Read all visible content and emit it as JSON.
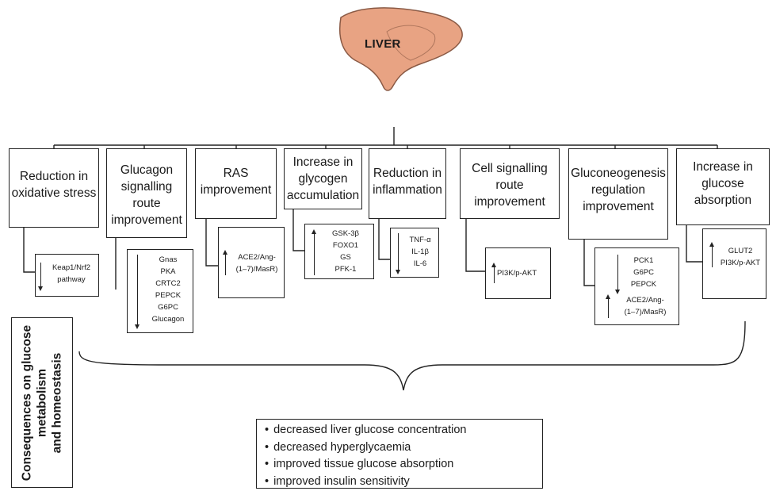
{
  "organ": {
    "label": "LIVER"
  },
  "categories": [
    {
      "lines": [
        "Reduction in",
        "oxidative stress"
      ],
      "markers": [
        "Keap1/Nrf2",
        "pathway"
      ]
    },
    {
      "lines": [
        "Glucagon",
        "signalling",
        "route",
        "improvement"
      ],
      "markers": [
        "Gnas",
        "PKA",
        "CRTC2",
        "PEPCK",
        "G6PC",
        "Glucagon"
      ]
    },
    {
      "lines": [
        "RAS",
        "improvement"
      ],
      "markers": [
        "ACE2/Ang-",
        "(1–7)/MasR)"
      ]
    },
    {
      "lines": [
        "Increase in",
        "glycogen",
        "accumulation"
      ],
      "markers": [
        "GSK-3β",
        "FOXO1",
        "GS",
        "PFK-1"
      ]
    },
    {
      "lines": [
        "Reduction in",
        "inflammation"
      ],
      "markers": [
        "TNF-α",
        "IL-1β",
        "IL-6"
      ]
    },
    {
      "lines": [
        "Cell signalling",
        "route",
        "improvement"
      ],
      "markers": [
        "PI3K/p-AKT"
      ]
    },
    {
      "lines": [
        "Gluconeogenesis",
        "regulation",
        "improvement"
      ],
      "markers": [
        "PCK1",
        "G6PC",
        "PEPCK"
      ],
      "markers_b": [
        "ACE2/Ang-",
        "(1–7)/MasR)"
      ]
    },
    {
      "lines": [
        "Increase in",
        "glucose",
        "absorption"
      ],
      "markers": [
        "GLUT2",
        "PI3K/p-AKT"
      ]
    }
  ],
  "consequences": {
    "title_lines": [
      "Consequences on glucose",
      "metabolism",
      "and homeostasis"
    ],
    "items": [
      "decreased liver glucose concentration",
      "decreased hyperglycaemia",
      "improved tissue glucose absorption",
      "improved insulin sensitivity"
    ]
  },
  "colors": {
    "liver": "#e8a383",
    "liver_outline": "#8a5a45",
    "line": "#222222"
  }
}
